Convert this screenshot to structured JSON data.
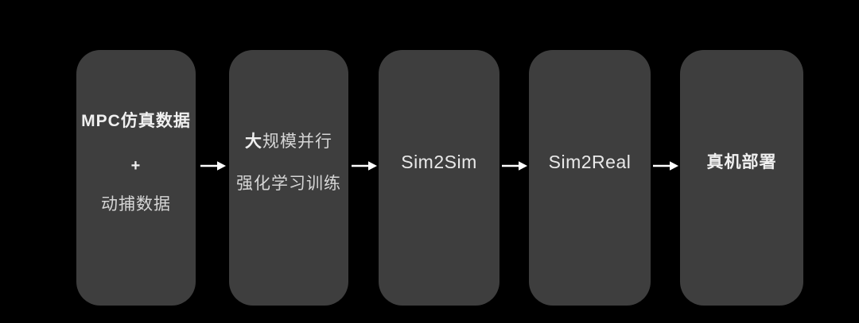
{
  "diagram": {
    "background_color": "#000000",
    "box_color": "#3e3e3e",
    "arrow_color": "#ffffff",
    "text_color_bold": "#f0f0f0",
    "text_color_regular": "#d6d6d6",
    "steps": [
      {
        "name": "training-data",
        "line1": "MPC仿真数据",
        "line2": "+",
        "line3": "动捕数据"
      },
      {
        "name": "rl-training",
        "line1_emphasis": "大",
        "line1_rest": "规模并行",
        "line2": "强化学习训练"
      },
      {
        "name": "sim2sim",
        "label": "Sim2Sim"
      },
      {
        "name": "sim2real",
        "label": "Sim2Real"
      },
      {
        "name": "real-robot-deployment",
        "label": "真机部署"
      }
    ]
  }
}
